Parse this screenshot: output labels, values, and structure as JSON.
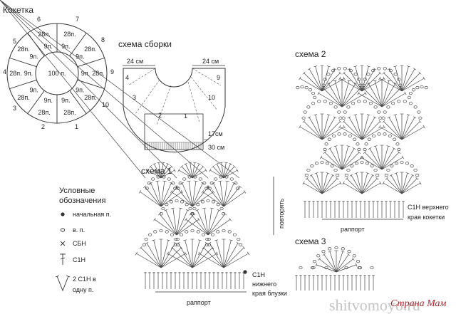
{
  "titles": {
    "kokhetka": "Кокетка",
    "sborka": "схема сборки",
    "schema1": "схема 1",
    "schema2": "схема 2",
    "schema3": "схема 3"
  },
  "yoke": {
    "center_label": "100 п.",
    "ring_outer_label": "28п.",
    "ring_inner_label": "9п.",
    "sector_numbers": [
      "1",
      "2",
      "3",
      "4",
      "5",
      "6",
      "7",
      "8",
      "9",
      "10"
    ]
  },
  "assembly": {
    "width_left": "24 см",
    "width_right": "24 см",
    "h1": "17см",
    "h2": "30 см",
    "numbers": [
      "1",
      "2",
      "3",
      "4",
      "9",
      "10"
    ]
  },
  "legend": {
    "title_line1": "Условные",
    "title_line2": "обозначения",
    "items": [
      {
        "symbol": "dot",
        "label": "начальная п."
      },
      {
        "symbol": "circle",
        "label": "в. п."
      },
      {
        "symbol": "cross",
        "label": "СБН"
      },
      {
        "symbol": "c1h",
        "label": "С1Н"
      },
      {
        "symbol": "v",
        "label": "2 С1Н в"
      }
    ],
    "v_line2": "одну п."
  },
  "schema1_labels": {
    "repeat": "повторять",
    "rapport": "раппорт",
    "note1": "С1Н",
    "note2": "нижнего",
    "note3": "края блузки"
  },
  "schema2_labels": {
    "rapport": "раппорт",
    "note1": "С1Н верхнего",
    "note2": "края кокетки"
  },
  "watermark": {
    "site": "shitvomoyo.ru",
    "brand": "Страна Мам"
  }
}
